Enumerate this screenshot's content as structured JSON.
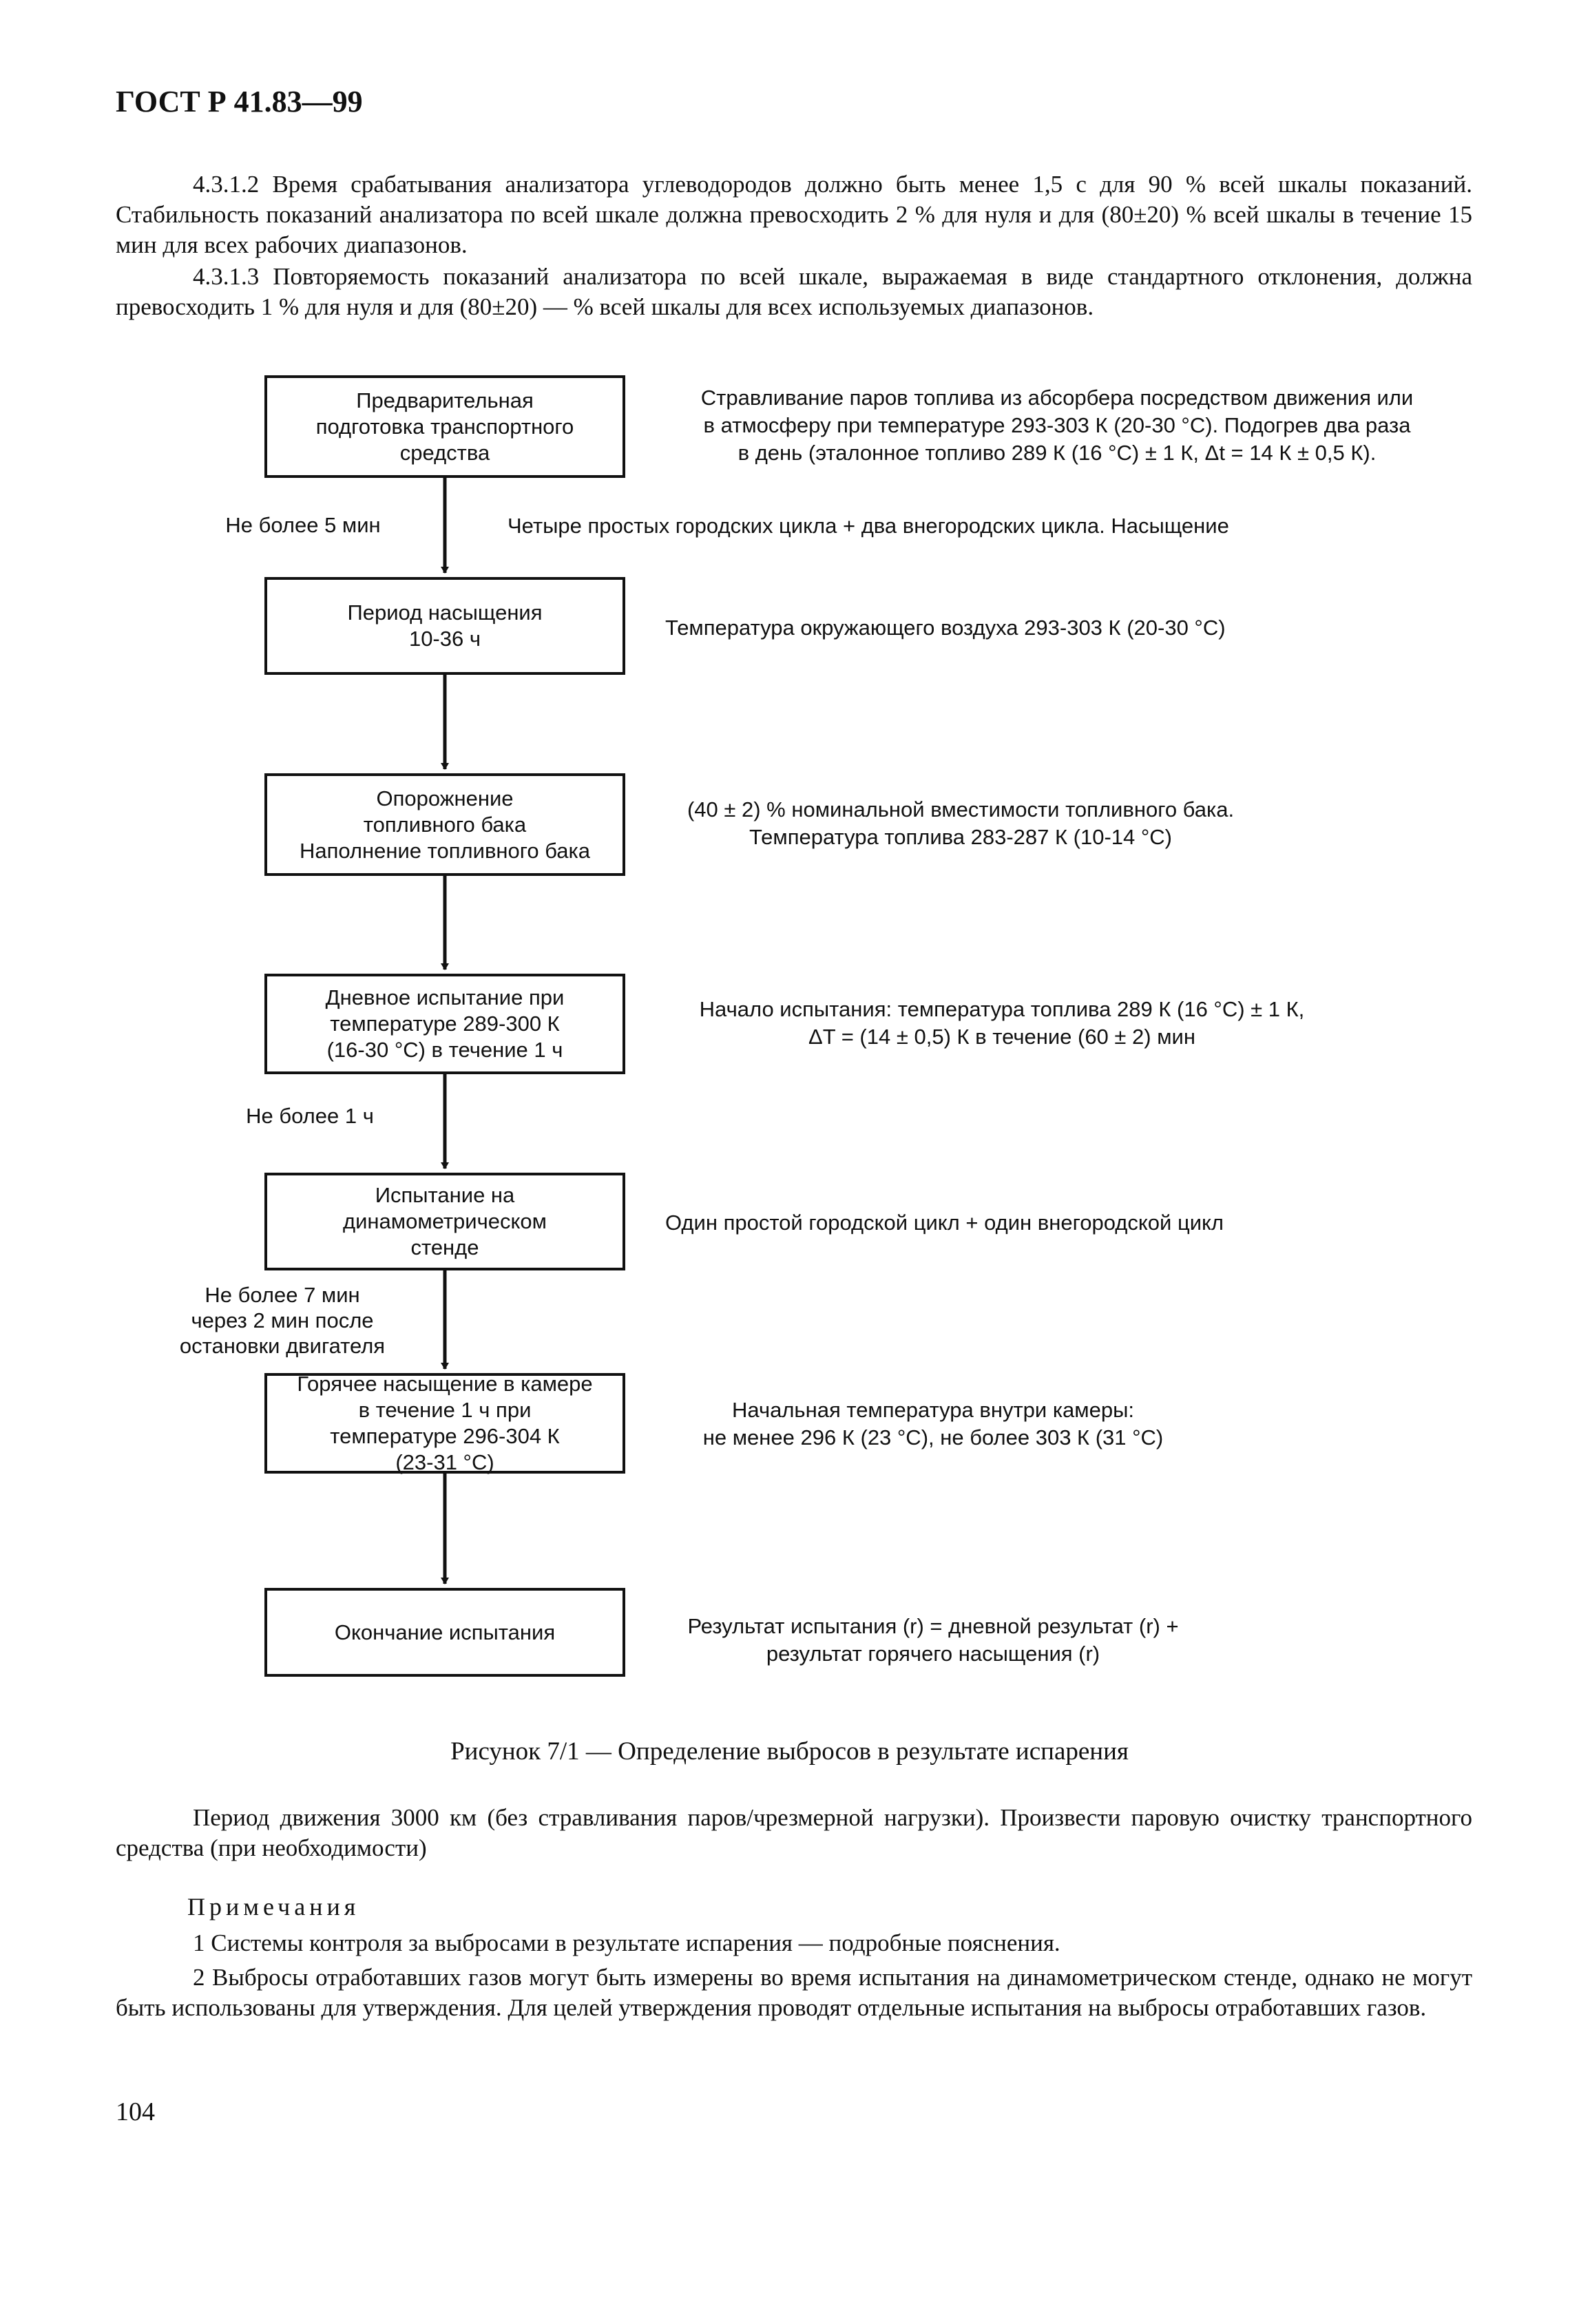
{
  "header": {
    "title": "ГОСТ Р 41.83—99"
  },
  "paragraphs": {
    "p1": "4.3.1.2 Время срабатывания анализатора углеводородов должно быть менее 1,5 с для 90 % всей шкалы показаний. Стабильность показаний анализатора по всей шкале должна превосходить 2 % для нуля и для (80±20) % всей шкалы в течение 15 мин для всех рабочих диапазонов.",
    "p2": "4.3.1.3 Повторяемость показаний анализатора по всей шкале, выражаемая в виде стандартного отклонения, должна превосходить 1 % для нуля и для (80±20) — % всей шкалы для всех используемых диапазонов.",
    "p3": "Период движения 3000 км (без стравливания паров/чрезмерной нагрузки). Произвести паровую очистку транспортного средства (при необходимости)"
  },
  "flowchart": {
    "boxes": [
      "Предварительная\nподготовка транспортного\nсредства",
      "Период насыщения\n10-36 ч",
      "Опорожнение\nтопливного бака\nНаполнение топливного бака",
      "Дневное испытание при\nтемпературе 289-300 К\n(16-30 °С) в течение 1 ч",
      "Испытание на\nдинамометрическом\nстенде",
      "Горячее насыщение в камере\nв течение 1 ч при\nтемпературе 296-304 К\n(23-31 °С)",
      "Окончание испытания"
    ],
    "notes": [
      "Стравливание паров топлива из абсорбера посредством движения или\nв атмосферу при температуре 293-303 К (20-30 °С). Подогрев два раза\nв день (эталонное топливо 289 К (16 °С) ± 1 К, Δt = 14 К ± 0,5 К).",
      "Четыре простых городских цикла + два внегородских цикла. Насыщение",
      "Температура окружающего воздуха 293-303 К (20-30 °С)",
      "(40 ± 2) % номинальной вместимости топливного бака.\nТемпература топлива 283-287 К (10-14 °С)",
      "Начало испытания: температура топлива 289 К (16 °С) ± 1 К,\nΔT = (14 ± 0,5) К в течение (60 ± 2) мин",
      "Один простой городской цикл + один внегородской цикл",
      "Начальная температура внутри камеры:\nне менее 296 К (23 °С), не более 303 К (31 °С)",
      "Результат испытания (r) = дневной результат (r) +\nрезультат горячего насыщения (r)"
    ],
    "side_labels": [
      "Не более 5 мин",
      "Не более 1 ч",
      "Не более 7 мин\nчерез 2 мин после\nостановки двигателя"
    ]
  },
  "caption": "Рисунок 7/1 — Определение выбросов в результате испарения",
  "notes_section": {
    "title": "Примечания",
    "items": [
      "1 Системы контроля за выбросами в результате испарения — подробные пояснения.",
      "2 Выбросы отработавших газов могут быть измерены во время испытания на динамометрическом стенде, однако не могут быть использованы для утверждения. Для целей утверждения проводят отдельные испытания на выбросы отработавших газов."
    ]
  },
  "page_number": "104"
}
